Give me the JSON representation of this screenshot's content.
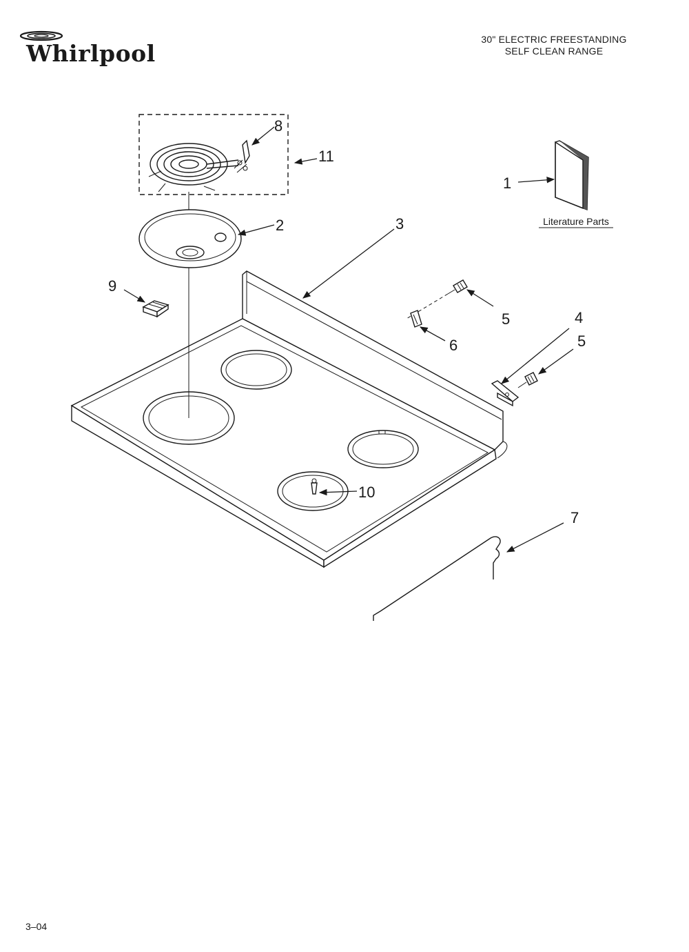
{
  "brand": {
    "logo_text": "Whirlpool",
    "logo_icon": "whirlpool-swirl-logo-icon"
  },
  "header": {
    "title_line1": "30\" ELECTRIC FREESTANDING",
    "title_line2": "SELF CLEAN RANGE"
  },
  "diagram": {
    "callouts": {
      "c1": "1",
      "c2": "2",
      "c3": "3",
      "c4": "4",
      "c5a": "5",
      "c5b": "5",
      "c6": "6",
      "c7": "7",
      "c8": "8",
      "c9": "9",
      "c10": "10",
      "c11": "11"
    },
    "literature_label": "Literature Parts"
  },
  "footer": {
    "code": "3–04"
  }
}
